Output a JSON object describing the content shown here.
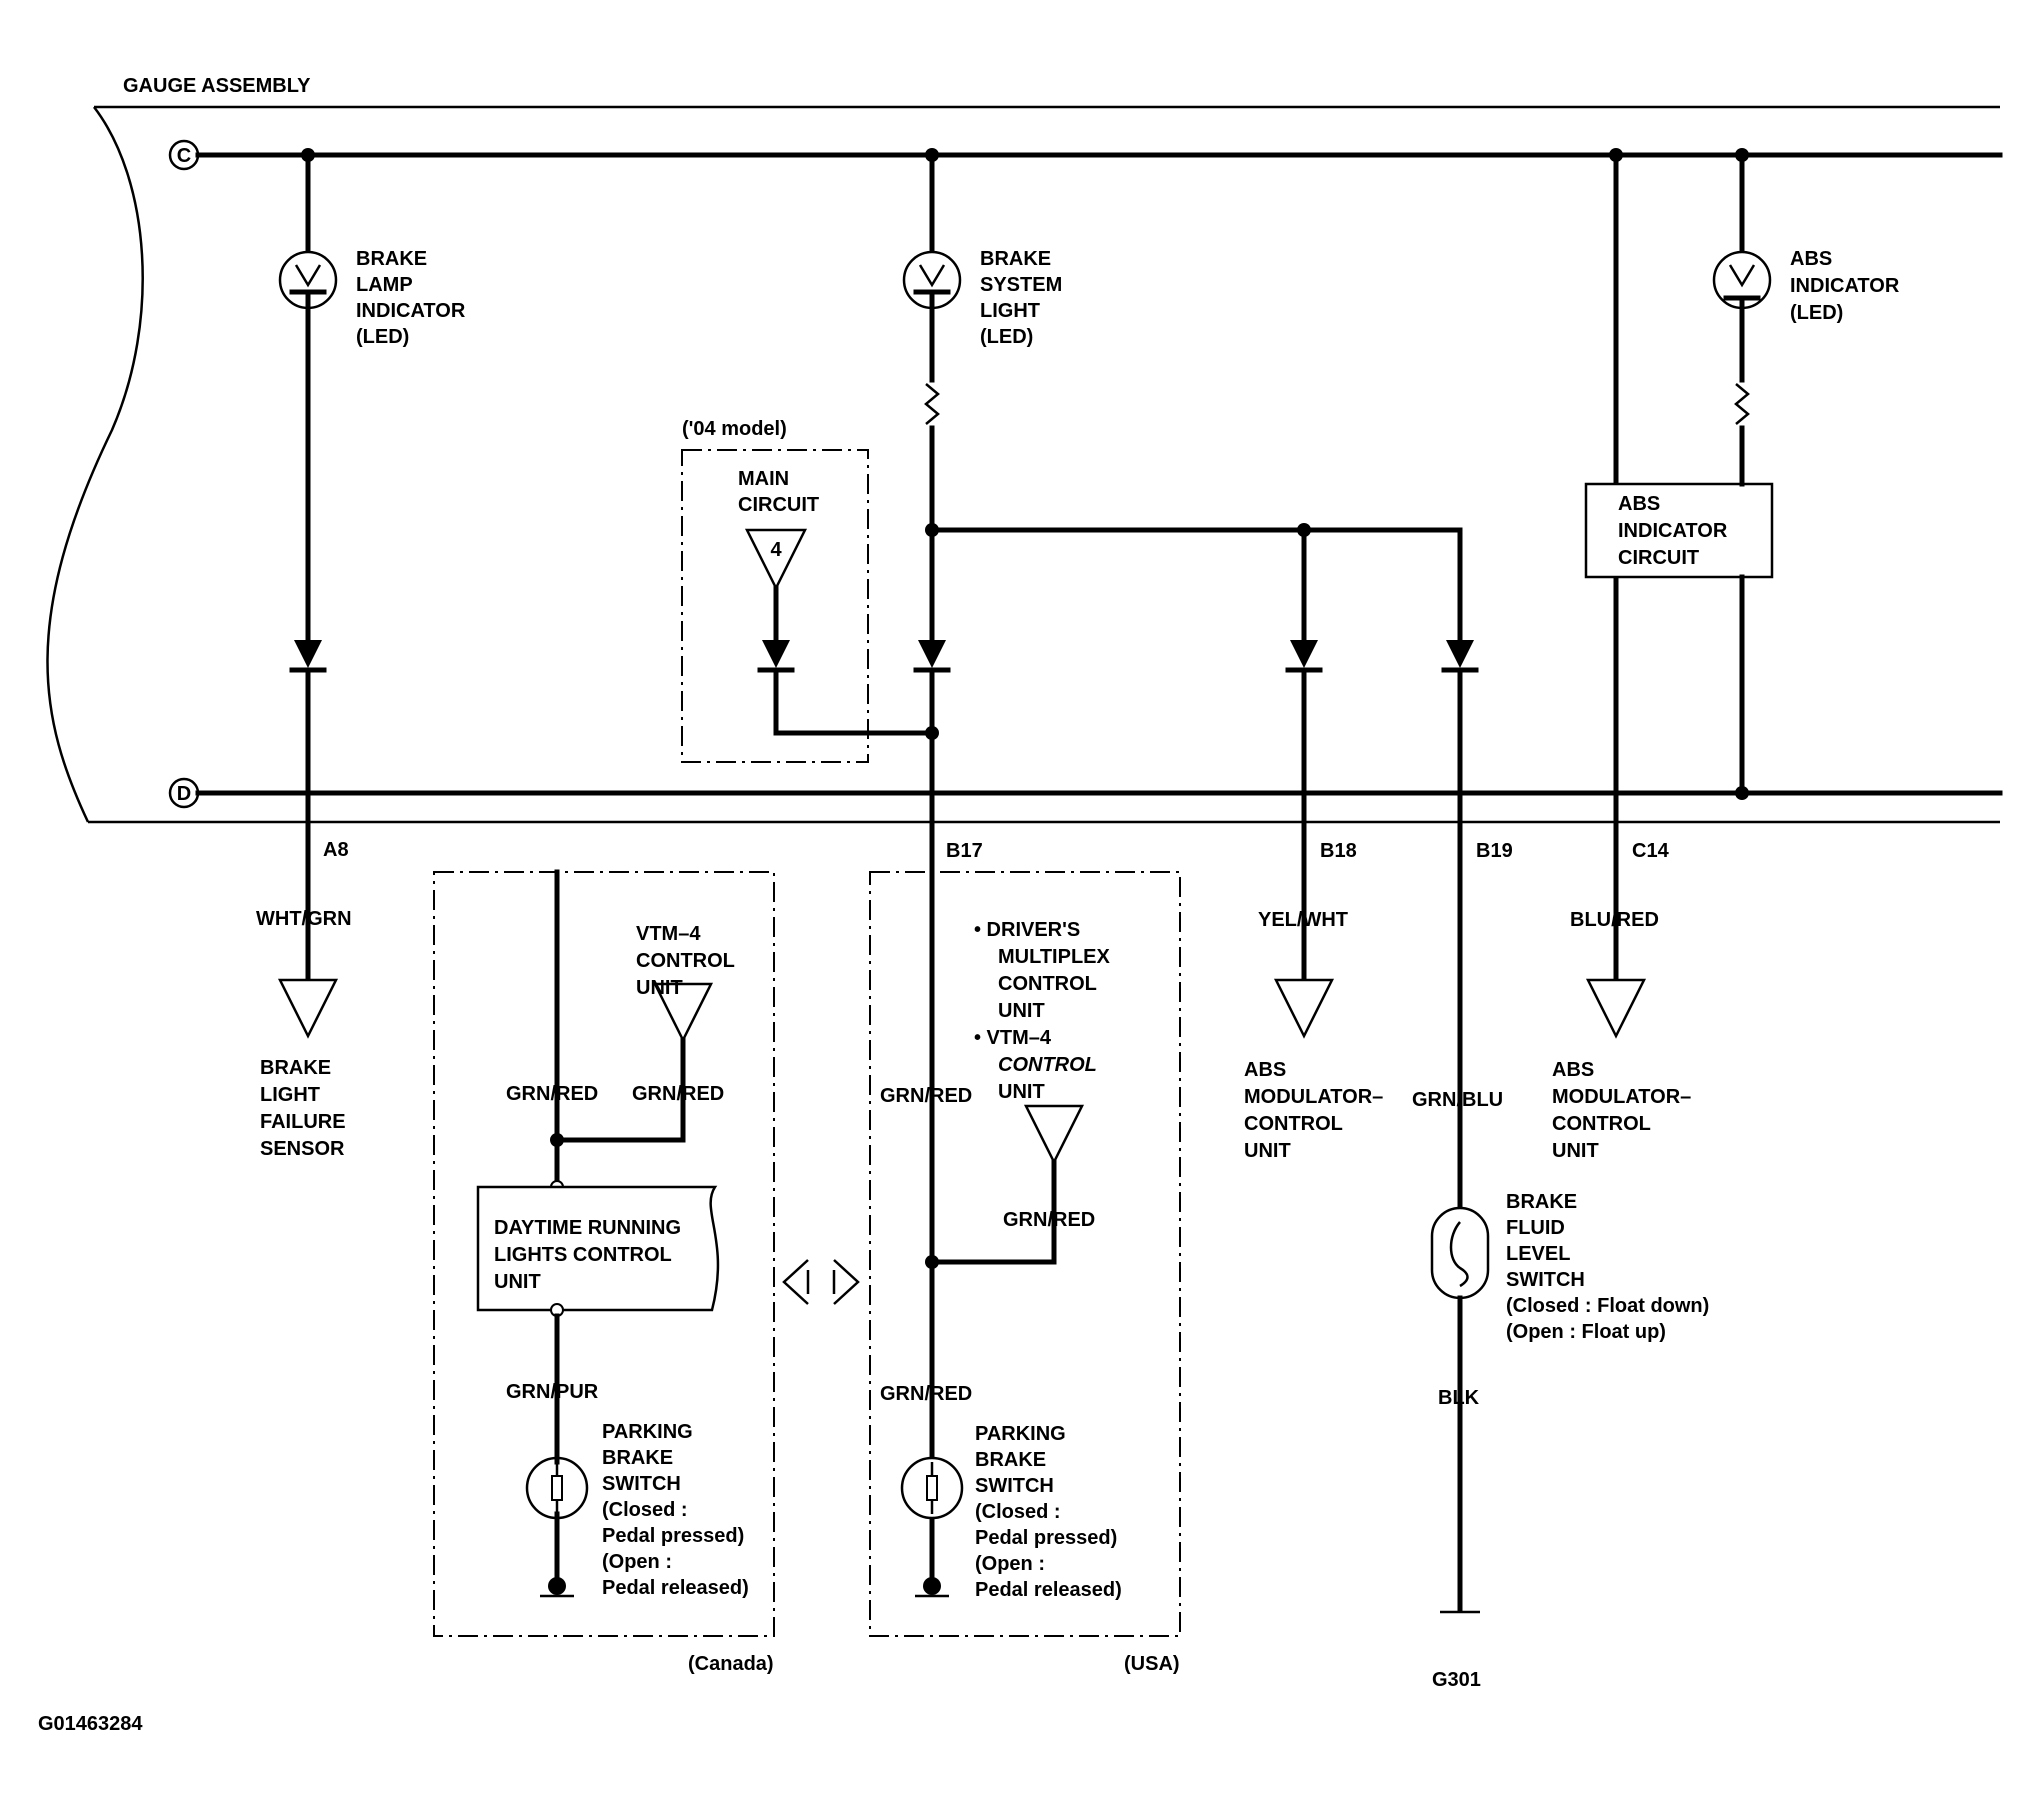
{
  "gauge_assembly": "GAUGE ASSEMBLY",
  "buses": {
    "c": "C",
    "d": "D"
  },
  "figure_id": "G01463284",
  "brake_lamp": [
    "BRAKE",
    "LAMP",
    "INDICATOR",
    "(LED)"
  ],
  "brake_system": [
    "BRAKE",
    "SYSTEM",
    "LIGHT",
    "(LED)"
  ],
  "abs_indicator": [
    "ABS",
    "INDICATOR",
    "(LED)"
  ],
  "abs_indicator_circuit": [
    "ABS",
    "INDICATOR",
    "CIRCUIT"
  ],
  "model_04": "('04 model)",
  "main_circuit": [
    "MAIN",
    "CIRCUIT"
  ],
  "main_circuit_num": "4",
  "pins": {
    "a8": "A8",
    "b17": "B17",
    "b18": "B18",
    "b19": "B19",
    "c14": "C14"
  },
  "wires": {
    "wht_grn": "WHT/GRN",
    "yel_wht": "YEL/WHT",
    "blu_red": "BLU/RED",
    "grn_blu": "GRN/BLU",
    "blk": "BLK",
    "grn_red_canada_left": "GRN/RED",
    "grn_red_canada_vtm": "GRN/RED",
    "grn_pur": "GRN/PUR",
    "grn_red_usa_top": "GRN/RED",
    "grn_red_usa_vtm": "GRN/RED",
    "grn_red_usa_bottom": "GRN/RED"
  },
  "brake_light_failure": [
    "BRAKE",
    "LIGHT",
    "FAILURE",
    "SENSOR"
  ],
  "abs_mod_1": [
    "ABS",
    "MODULATOR–",
    "CONTROL",
    "UNIT"
  ],
  "abs_mod_2": [
    "ABS",
    "MODULATOR–",
    "CONTROL",
    "UNIT"
  ],
  "vtm4_canada": [
    "VTM–4",
    "CONTROL",
    "UNIT"
  ],
  "drl_unit": [
    "DAYTIME RUNNING",
    "LIGHTS CONTROL",
    "UNIT"
  ],
  "pbs_canada": [
    "PARKING",
    "BRAKE",
    "SWITCH",
    "(Closed :",
    "Pedal pressed)",
    "(Open :",
    "Pedal released)"
  ],
  "usa_units": [
    "•  DRIVER'S",
    "MULTIPLEX",
    "CONTROL",
    "UNIT",
    "•  VTM–4",
    "CONTROL",
    "UNIT"
  ],
  "pbs_usa": [
    "PARKING",
    "BRAKE",
    "SWITCH",
    "(Closed :",
    "Pedal pressed)",
    "(Open :",
    "Pedal released)"
  ],
  "brake_fluid": [
    "BRAKE",
    "FLUID",
    "LEVEL",
    "SWITCH",
    "(Closed : Float down)",
    "(Open   : Float up)"
  ],
  "region_canada": "(Canada)",
  "region_usa": "(USA)",
  "ground_g301": "G301"
}
